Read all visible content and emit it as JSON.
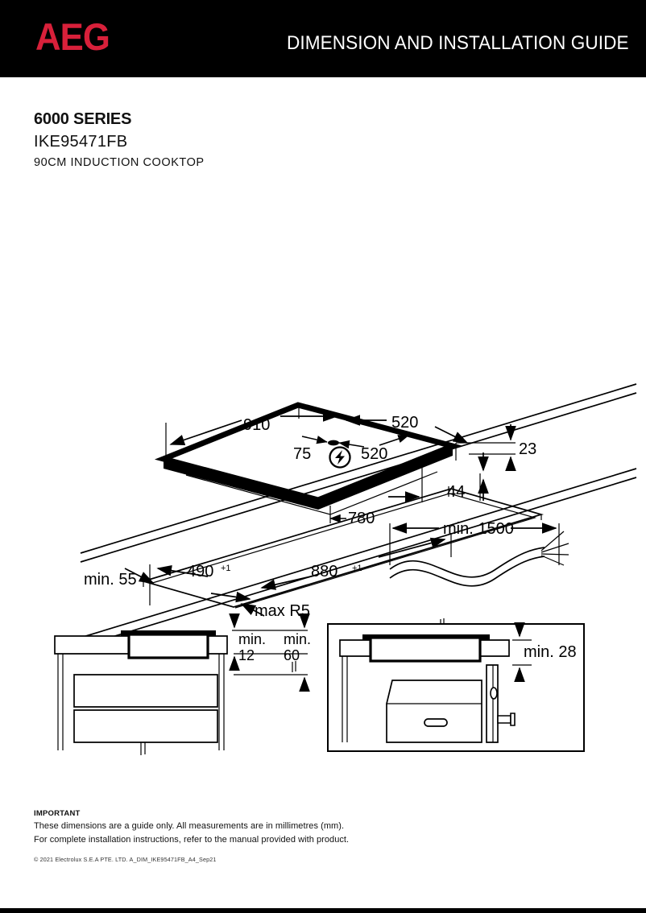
{
  "header": {
    "logo_text": "AEG",
    "logo_color": "#D8203A",
    "title": "DIMENSION AND INSTALLATION GUIDE",
    "background_color": "#000000"
  },
  "product": {
    "series": "6000 SERIES",
    "model": "IKE95471FB",
    "type": "90CM INDUCTION COOKTOP"
  },
  "diagrams": {
    "appliance": {
      "name": "induction cooktop isometric view",
      "dimensions": {
        "width": "910",
        "depth": "520",
        "connection_offset": "75",
        "connection_to_edge": "520",
        "cutout_ref_width": "780",
        "body_depth_offset": "44",
        "glass_thickness": "23"
      },
      "electrical_symbol": "lightning-bolt"
    },
    "cutout": {
      "name": "benchtop cutout isometric view",
      "dimensions": {
        "min_edge_distance": "min. 55",
        "cutout_depth": "490",
        "cutout_depth_tolerance": "+1",
        "cutout_width": "880",
        "cutout_width_tolerance": "+1",
        "corner_radius": "max R5"
      }
    },
    "cable": {
      "name": "power cable length",
      "dimensions": {
        "min_length": "min. 1500"
      }
    },
    "clearance_drawers": {
      "name": "clearance above drawers cross-section",
      "dimensions": {
        "gap_label": "min.",
        "gap_value": "12",
        "cavity_label": "min.",
        "cavity_value": "60"
      }
    },
    "clearance_oven": {
      "name": "clearance above oven cross-section",
      "dimensions": {
        "min_clearance": "min. 28"
      }
    }
  },
  "footer": {
    "important_label": "IMPORTANT",
    "line1": "These dimensions are a guide only. All measurements are in millimetres (mm).",
    "line2": "For complete installation instructions, refer to the manual provided with product.",
    "copyright": "© 2021 Electrolux S.E.A PTE. LTD. A_DIM_IKE95471FB_A4_Sep21"
  }
}
